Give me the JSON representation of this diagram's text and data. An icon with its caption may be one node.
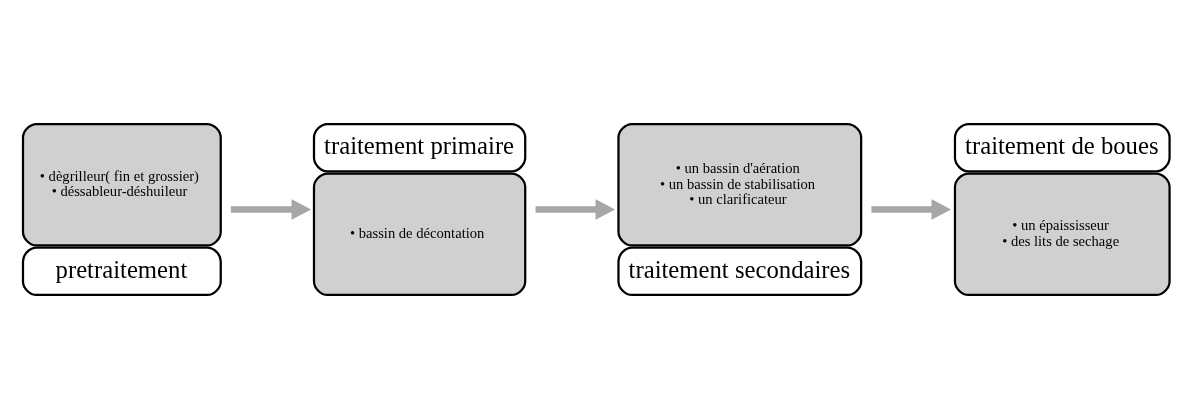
{
  "diagram": {
    "nodes": [
      {
        "text": [
          "• dègrilleur( fin et grossier)",
          "• déssableur-déshuileur",
          "pretraitement"
        ]
      },
      {
        "text": [
          "traitement primaire",
          "• bassin de décontation"
        ]
      },
      {
        "text": [
          "• un bassin d'aération",
          "• un bassin de stabilisation",
          "• un clarificateur",
          "traitement secondaires"
        ]
      },
      {
        "text": [
          "traitement de boues",
          "• un épaississeur",
          "• des lits de sechage"
        ]
      }
    ],
    "edges": [
      {
        "from": 0,
        "to": 1,
        "arrow": "to"
      },
      {
        "from": 1,
        "to": 2,
        "arrow": "to"
      },
      {
        "from": 2,
        "to": 3,
        "arrow": "to"
      }
    ]
  }
}
